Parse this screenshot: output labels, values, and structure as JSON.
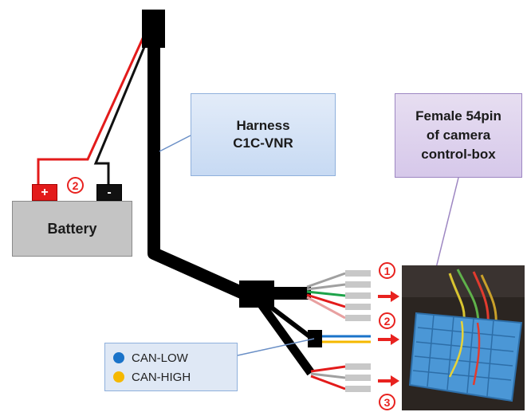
{
  "harness_label": {
    "line1": "Harness",
    "line2": "C1C-VNR"
  },
  "female_label": {
    "line1": "Female 54pin",
    "line2": "of camera",
    "line3": "control-box"
  },
  "battery": {
    "label": "Battery",
    "plus": "+",
    "minus": "-"
  },
  "badges": {
    "b1": "1",
    "b2": "2",
    "b3": "3",
    "battery_badge": "2"
  },
  "legend": {
    "can_low": {
      "label": "CAN-LOW",
      "color": "#1a73c9"
    },
    "can_high": {
      "label": "CAN-HIGH",
      "color": "#f5b800"
    }
  },
  "colors": {
    "cable": "#000000",
    "wire_red": "#e31b1b",
    "wire_green": "#1ea34a",
    "wire_grey": "#a0a0a0",
    "wire_pink": "#e8a0a0",
    "wire_blue": "#1a73c9",
    "wire_yellow": "#f5b800",
    "arrow": "#e8221f",
    "connector_blue": "#4b97d6"
  }
}
